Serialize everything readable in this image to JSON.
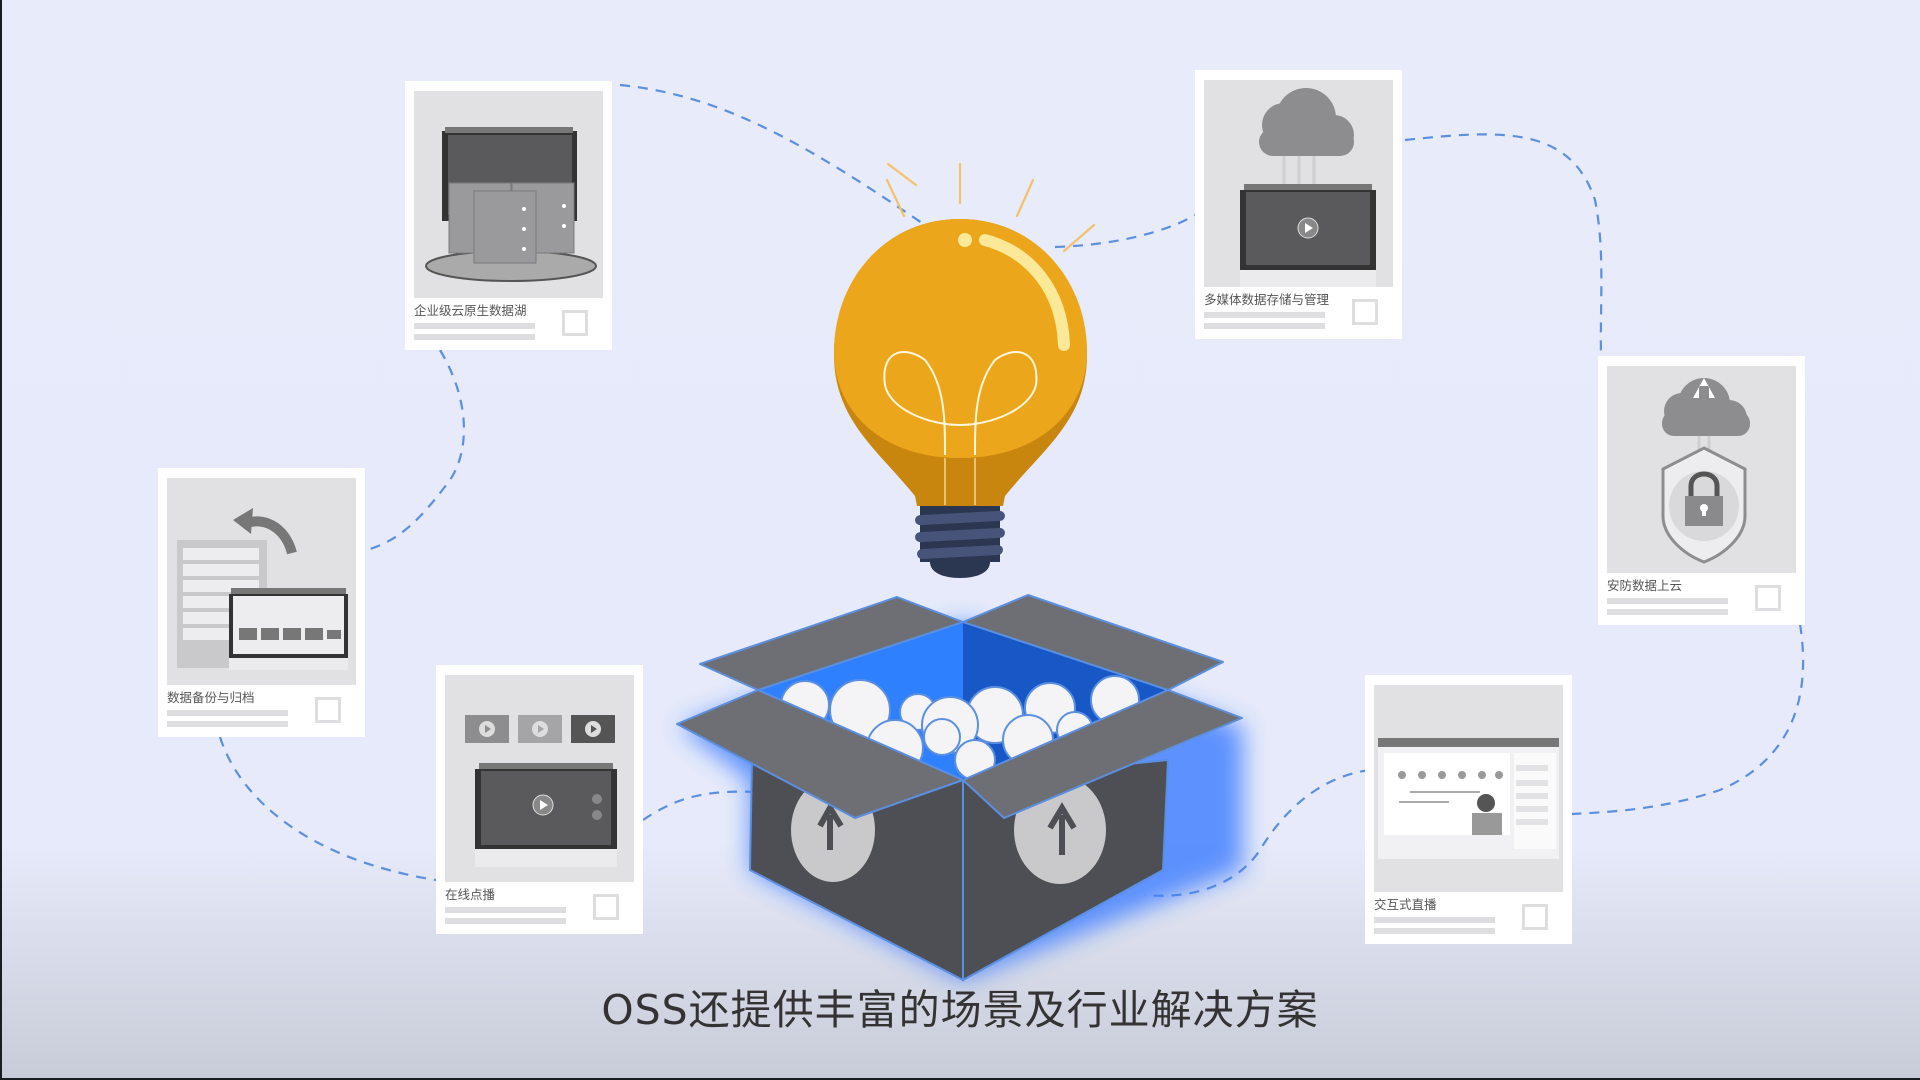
{
  "slide": {
    "caption": "OSS还提供丰富的场景及行业解决方案",
    "colors": {
      "background": "#e7ebfa",
      "dash_connector": "#5b8fe0",
      "bulb": "#eba61b",
      "bulb_shadow": "#c8860e",
      "bulb_highlight": "#fbe898",
      "bulb_base": "#2b3650",
      "box_dark": "#4e4f55",
      "box_flap": "#6e6f75",
      "box_inner_light": "#2f80ff",
      "box_inner_dark": "#1450bd",
      "box_glow": "#3b7bff",
      "card_bg": "#ffffff",
      "card_art_bg": "#e1e0e3"
    }
  },
  "center": {
    "bulb_icon": "lightbulb-icon",
    "box_icon": "open-box-icon",
    "box_side_icon": "cloud-upload-icon"
  },
  "cards": [
    {
      "id": "data-lake",
      "label": "企业级云原生数据湖",
      "icon": "database-stack-icon"
    },
    {
      "id": "media-storage",
      "label": "多媒体数据存储与管理",
      "icon": "cloud-monitor-video-icon"
    },
    {
      "id": "security-cloud",
      "label": "安防数据上云",
      "icon": "cloud-shield-lock-icon"
    },
    {
      "id": "backup-archive",
      "label": "数据备份与归档",
      "icon": "server-backup-icon"
    },
    {
      "id": "vod",
      "label": "在线点播",
      "icon": "video-on-demand-icon"
    },
    {
      "id": "interactive-live",
      "label": "交互式直播",
      "icon": "live-stream-classroom-icon"
    }
  ]
}
